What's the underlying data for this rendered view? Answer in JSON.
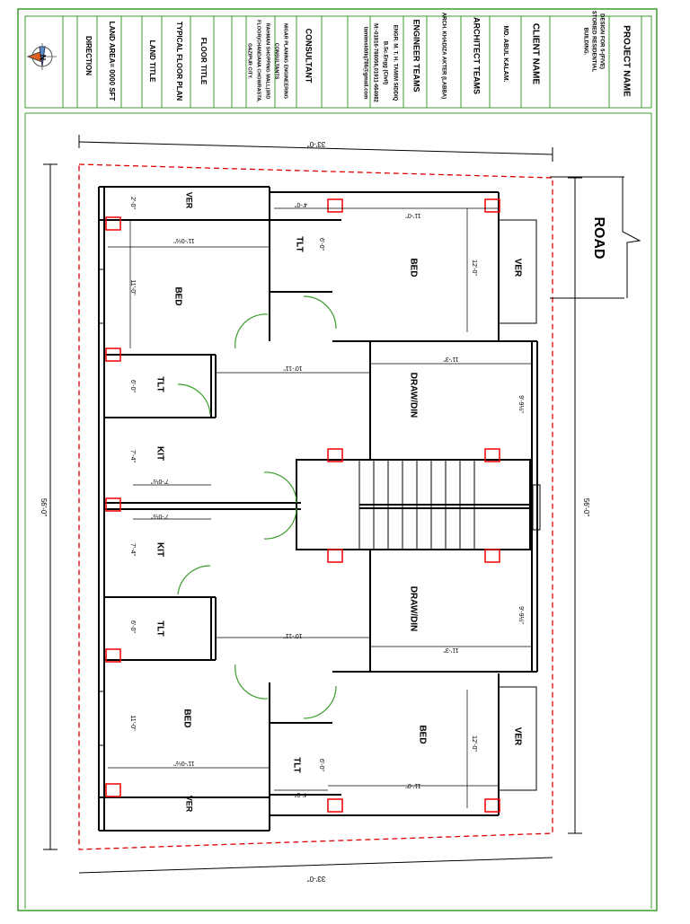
{
  "title_block": {
    "project_name_label": "PROJECT NAME",
    "project_name_value": [
      "DESIGN FOR 5-(FIVE)",
      "STORIED RESIDENTIAL",
      "BUILDING."
    ],
    "client_label": "CLIENT NAME",
    "client_value": "MD. ABUL KALAM.",
    "architect_label": "ARCHITECT TEAMS",
    "architect_value": "ARCH. KHADIZA AKTER (LABBA)",
    "engineer_label": "ENGINEER TEAMS",
    "engineer_value": [
      "ENGR. M. T. H. TAMIM SIDDIQ",
      "B.Sc.Engg (Civil)",
      "M:-01816-786056,01911-664982",
      "tamimsiddiq786@gmail.com"
    ],
    "consultant_label": "CONSULTANT",
    "consultant_value": [
      "NIGAR PLANING ENGINEERING",
      "CONSULTANTS",
      "RAHMAN SHOPPING MALL(3RD",
      "FLOOR)CHANDANA CHOWRASTA,",
      "GAZIPUR CITY."
    ],
    "floor_title_label": "FLOOR TITLE",
    "floor_title_value": "TYPICAL FLOOR PLAN",
    "land_title_label": "LAND TITLE",
    "land_area": "LAND AREA= 0000 SFT",
    "direction_label": "DIRECTION",
    "north_letter": "N"
  },
  "plan": {
    "road_label": "ROAD",
    "dims": {
      "overall_width": "33'-0\"",
      "overall_length": "56'-0\"",
      "bed_top_left_w": "11'-0½\"",
      "bed_left_h": "11'-0\"",
      "ver_left_w": "2'-0\"",
      "tlt_left_h": "6'-0\"",
      "kit_h": "7'-4\"",
      "kit_w": "7'-0½\"",
      "draw_w": "10'-11\"",
      "draw_h": "11'-3\"",
      "draw_right": "9'-9½\"",
      "tlt_top_w": "4'-0\"",
      "tlt_top_h": "6'-0\"",
      "bed_right_w": "11'-0\"",
      "bed_right_h": "12'-0\""
    },
    "rooms": {
      "ver": "VER",
      "bed": "BED",
      "tlt": "TLT",
      "kit": "KIT",
      "drawdin": "DRAW/DIN"
    }
  }
}
